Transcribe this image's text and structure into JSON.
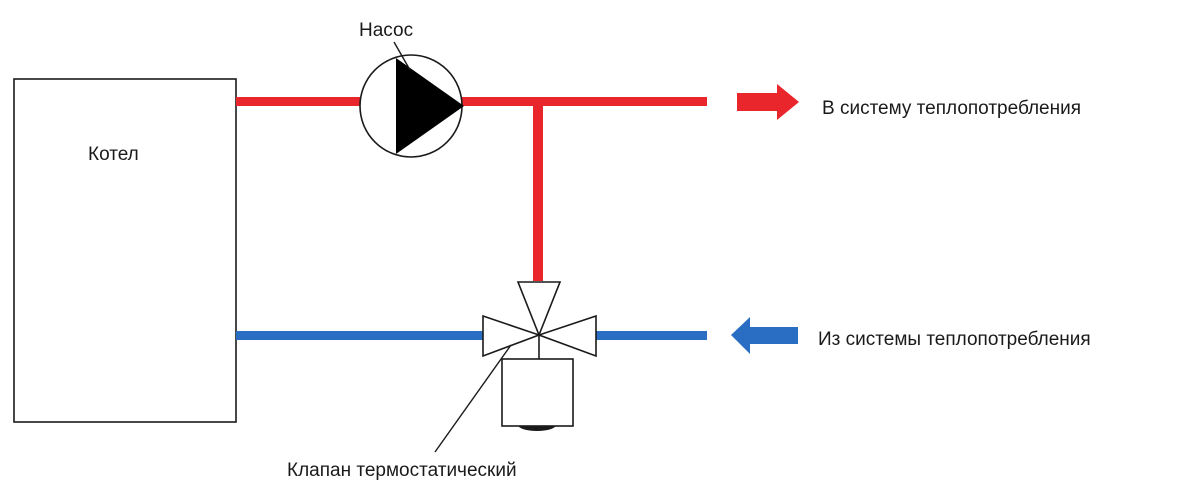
{
  "labels": {
    "boiler": "Котел",
    "pump": "Насос",
    "supply": "В систему теплопотребления",
    "return": "Из системы теплопотребления",
    "valve": "Клапан термостатический"
  },
  "colors": {
    "supply_pipe": "#e8262b",
    "return_pipe": "#2a6ec4",
    "outline": "#1a1a1a",
    "background": "#ffffff"
  },
  "icons": {
    "pump": "pump-icon",
    "valve": "three-way-valve-icon",
    "actuator": "valve-actuator-icon",
    "supply_arrow": "arrow-right-icon",
    "return_arrow": "arrow-left-icon"
  }
}
